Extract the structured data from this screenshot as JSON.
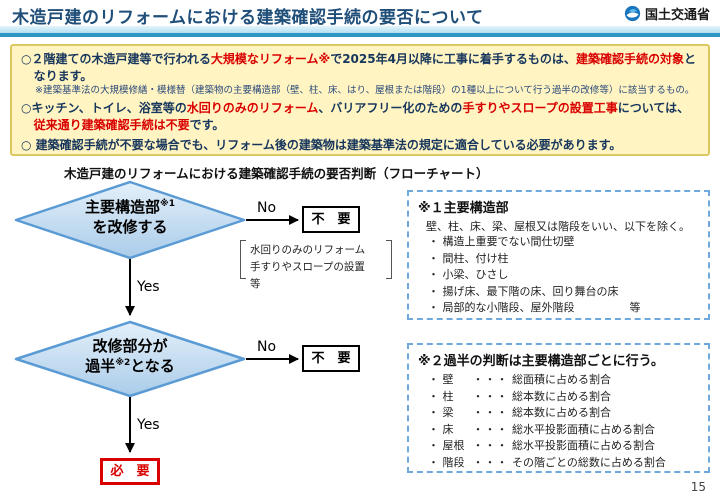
{
  "header": {
    "title": "木造戸建のリフォームにおける建築確認手続の要否について",
    "logo_text": "国土交通省"
  },
  "colors": {
    "title_blue": "#1F4E79",
    "header_stripe": "#2E96C4",
    "summary_bg": "#FFF4C2",
    "summary_border": "#DCC85E",
    "highlight_red": "#D90000",
    "diamond_border": "#5B9BD5",
    "diamond_fill": "#BDD7EE",
    "panel_border": "#6FA8DC"
  },
  "summary_box": {
    "bullet1": {
      "pre": "○２階建ての木造戸建等で行われる",
      "red1": "大規模なリフォーム※",
      "mid": "で2025年4月以降に工事に着手するものは、",
      "red2": "建築確認手続の対象",
      "post": "となります。"
    },
    "note": "※建築基準法の大規模修繕・模様替（建築物の主要構造部（壁、柱、床、はり、屋根または階段）の1種以上について行う過半の改修等）に該当するもの。",
    "bullet2": {
      "pre": "○キッチン、トイレ、浴室等の",
      "red1": "水回りのみのリフォーム",
      "mid1": "、バリアフリー化のための",
      "red2": "手すりやスロープの設置工事",
      "mid2": "については、",
      "red3": "従来通り建築確認手続は不要",
      "post": "です。"
    },
    "bullet3": "○ 建築確認手続が不要な場合でも、リフォーム後の建築物は建築基準法の規定に適合している必要があります。"
  },
  "flowchart": {
    "title": "木造戸建のリフォームにおける建築確認手続の要否判断（フローチャート）",
    "diamond1": {
      "line1": "主要構造部",
      "sup1": "※1",
      "line2": "を改修する"
    },
    "diamond2": {
      "line1": "改修部分が",
      "line2_pre": "過半",
      "sup2": "※2",
      "line2_post": "となる"
    },
    "no_label": "No",
    "yes_label": "Yes",
    "not_required_label": "不　要",
    "required_label": "必　要",
    "bracket_note": {
      "line1": "水回りのみのリフォーム",
      "line2": "手すりやスロープの設置　等"
    }
  },
  "panel1": {
    "title": "※１主要構造部",
    "intro": "壁、柱、床、梁、屋根又は階段をいい、以下を除く。",
    "items": [
      "構造上重要でない間仕切壁",
      "間柱、付け柱",
      "小梁、ひさし",
      "揚げ床、最下階の床、回り舞台の床",
      "局部的な小階段、屋外階段　　　　　等"
    ]
  },
  "panel2": {
    "title": "※２過半の判断は主要構造部ごとに行う。",
    "dots": "・・・",
    "items": [
      {
        "term": "壁",
        "desc": "総面積に占める割合"
      },
      {
        "term": "柱",
        "desc": "総本数に占める割合"
      },
      {
        "term": "梁",
        "desc": "総本数に占める割合"
      },
      {
        "term": "床",
        "desc": "総水平投影面積に占める割合"
      },
      {
        "term": "屋根",
        "desc": "総水平投影面積に占める割合"
      },
      {
        "term": "階段",
        "desc": "その階ごとの総数に占める割合"
      }
    ]
  },
  "page": {
    "number": "15"
  }
}
